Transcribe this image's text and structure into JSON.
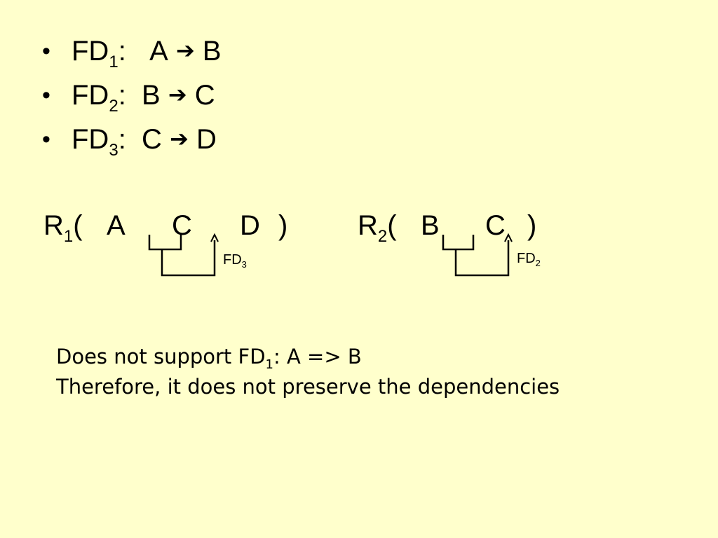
{
  "fds": [
    {
      "label": "FD",
      "sub": "1",
      "lhs": "A",
      "rhs": "B"
    },
    {
      "label": "FD",
      "sub": "2",
      "lhs": "B",
      "rhs": "C"
    },
    {
      "label": "FD",
      "sub": "3",
      "lhs": "C",
      "rhs": "D"
    }
  ],
  "bullet_char": "•",
  "colon": ":",
  "arrow_char": "➔",
  "relations": {
    "r1": {
      "name": "R",
      "sub": "1",
      "open": "(",
      "attrs": [
        "A",
        "C",
        "D"
      ],
      "close": ")",
      "fd_label": "FD",
      "fd_sub": "3"
    },
    "r2": {
      "name": "R",
      "sub": "2",
      "open": "(",
      "attrs": [
        "B",
        "C"
      ],
      "close": ")",
      "fd_label": "FD",
      "fd_sub": "2"
    }
  },
  "conclusion": {
    "line1_prefix": "Does not support FD",
    "line1_sub": "1",
    "line1_suffix": ": A => B",
    "line2": "Therefore, it does not preserve the dependencies"
  }
}
